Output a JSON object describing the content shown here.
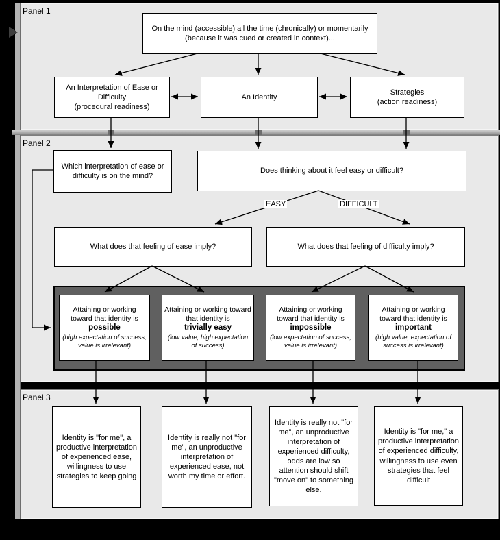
{
  "colors": {
    "background": "#000000",
    "panel_bg": "#e9e9e9",
    "band_bg": "#606060",
    "box_bg": "#ffffff",
    "line": "#000000"
  },
  "icons": {
    "splitter_collapse": "right-pointing-triangle"
  },
  "panel1": {
    "label": "Panel 1",
    "top_box": "On the mind (accessible) all the time (chronically) or momentarily (because it was cued or created in context)...",
    "interpretation_box": {
      "title": "An Interpretation of Ease or Difficulty",
      "subtitle": "(procedural readiness)"
    },
    "identity_box": "An Identity",
    "strategies_box": {
      "title": "Strategies",
      "subtitle": "(action readiness)"
    }
  },
  "panel2": {
    "label": "Panel 2",
    "which_box": "Which interpretation of ease or difficulty is on the mind?",
    "does_box": "Does thinking about it feel easy or difficult?",
    "easy_label": "EASY",
    "difficult_label": "DIFFICULT",
    "ease_imply_box": "What does that feeling of ease imply?",
    "difficulty_imply_box": "What does that feeling of difficulty imply?",
    "band_boxes": [
      {
        "prefix": "Attaining or working toward that identity is",
        "keyword": "possible",
        "note": "(high expectation of success, value is irrelevant)"
      },
      {
        "prefix": "Attaining or working toward that identity is",
        "keyword": "trivially easy",
        "note": "(low value, high expectation of success)"
      },
      {
        "prefix": "Attaining or working toward that identity is",
        "keyword": "impossible",
        "note": "(low expectation of success, value is irrelevant)"
      },
      {
        "prefix": "Attaining or working toward that identity is",
        "keyword": "important",
        "note": "(high value, expectation of success is irrelevant)"
      }
    ]
  },
  "panel3": {
    "label": "Panel 3",
    "boxes": [
      "Identity is \"for me\", a productive interpretation of experienced ease, willingness to use strategies to keep going",
      "Identity is really not \"for me\", an unproductive interpretation of experienced ease, not worth my time or effort.",
      "Identity is really not \"for me\", an unproductive interpretation of experienced difficulty, odds are low so attention should shift \"move on\" to something else.",
      "Identity is \"for me,\" a productive interpretation of experienced difficulty, willingness to use even strategies that feel difficult"
    ]
  }
}
